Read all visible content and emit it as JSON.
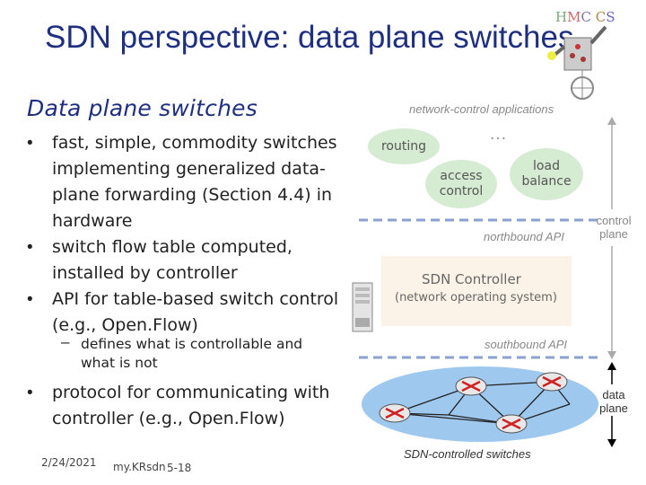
{
  "slide": {
    "title": "SDN perspective: data plane switches",
    "subtitle": "Data plane switches",
    "bullets": [
      {
        "dot": "•",
        "lines": [
          "fast, simple, commodity switches",
          "implementing generalized data-",
          "plane forwarding (Section 4.4) in",
          "hardware"
        ]
      },
      {
        "dot": "•",
        "lines": [
          "switch flow table computed,",
          "installed by controller"
        ]
      },
      {
        "dot": "•",
        "lines": [
          "API for table-based switch control",
          "(e.g., Open.Flow)"
        ]
      },
      {
        "dot": "•",
        "lines": [
          "protocol for communicating with",
          "controller (e.g., Open.Flow)"
        ]
      }
    ],
    "sub_bullet": {
      "dash": "–",
      "lines": [
        "defines what is controllable and",
        "what is not"
      ]
    },
    "footer": {
      "date": "2/24/2021",
      "author": "my.KRsdn",
      "page": "5-18"
    }
  },
  "diagram": {
    "network_control_label": "network-control applications",
    "ellipsis": "…",
    "apps": {
      "routing": "routing",
      "access_control": [
        "access",
        "control"
      ],
      "load_balance": [
        "load",
        "balance"
      ]
    },
    "northbound_api": "northbound API",
    "controller_title": "SDN Controller",
    "controller_sub": "(network operating system)",
    "southbound_api": "southbound API",
    "switches_label": "SDN-controlled switches",
    "control_plane": [
      "control",
      "plane"
    ],
    "data_plane": [
      "data",
      "plane"
    ],
    "logo": "HMC CS",
    "colors": {
      "title": "#1f2f80",
      "app_fill": "#d5ecd2",
      "controller_fill": "#fbf3e8",
      "network_fill": "#9fc8ef",
      "switch_fill": "#e8e8e8",
      "router_x": "#d02020",
      "dashed_line": "#8aa0cf"
    }
  }
}
